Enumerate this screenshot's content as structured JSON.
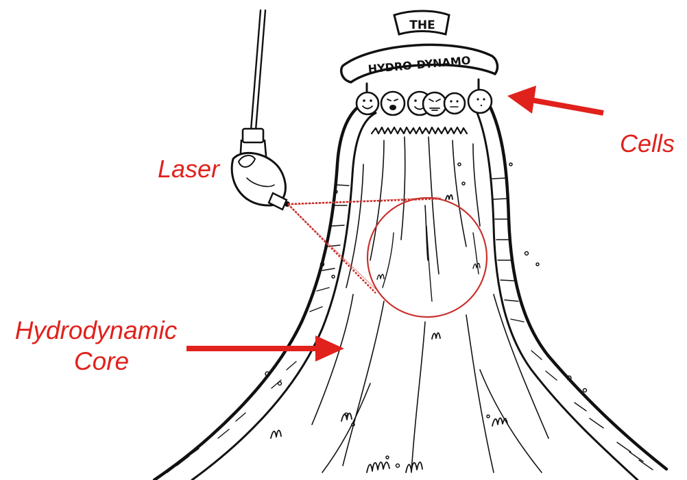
{
  "sign": {
    "line1": "THE",
    "line2": "HYDRO-DYNAMO"
  },
  "labels": {
    "laser": "Laser",
    "cells": "Cells",
    "core_line1": "Hydrodynamic",
    "core_line2": "Core"
  },
  "colors": {
    "annotation": "#e0211c",
    "ink": "#111111",
    "beam": "#c9302c"
  }
}
